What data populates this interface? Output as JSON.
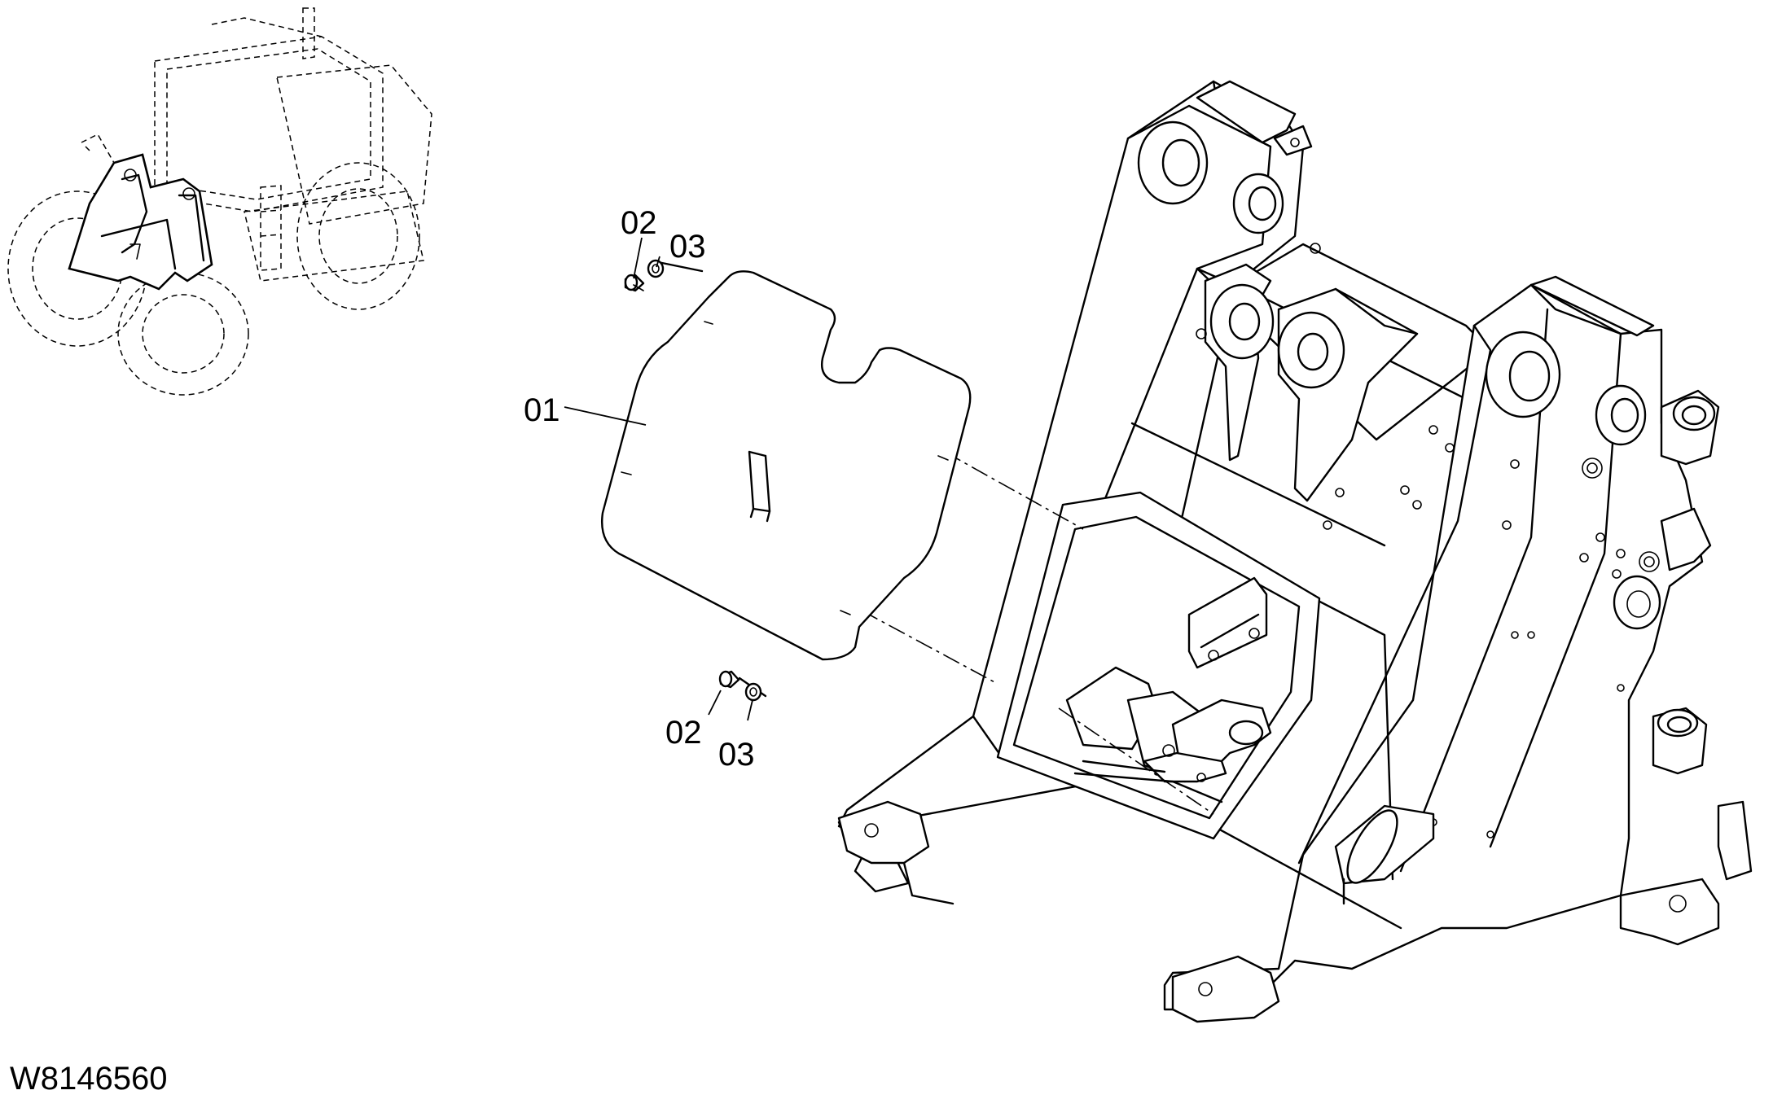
{
  "drawing": {
    "drawing_id": "W8146560",
    "callouts": [
      {
        "id": "callout-01-cover-plate",
        "text": "01"
      },
      {
        "id": "callout-02-bolt-top",
        "text": "02"
      },
      {
        "id": "callout-03-washer-top",
        "text": "03"
      },
      {
        "id": "callout-02-bolt-bottom",
        "text": "02"
      },
      {
        "id": "callout-03-washer-bottom",
        "text": "03"
      }
    ]
  }
}
